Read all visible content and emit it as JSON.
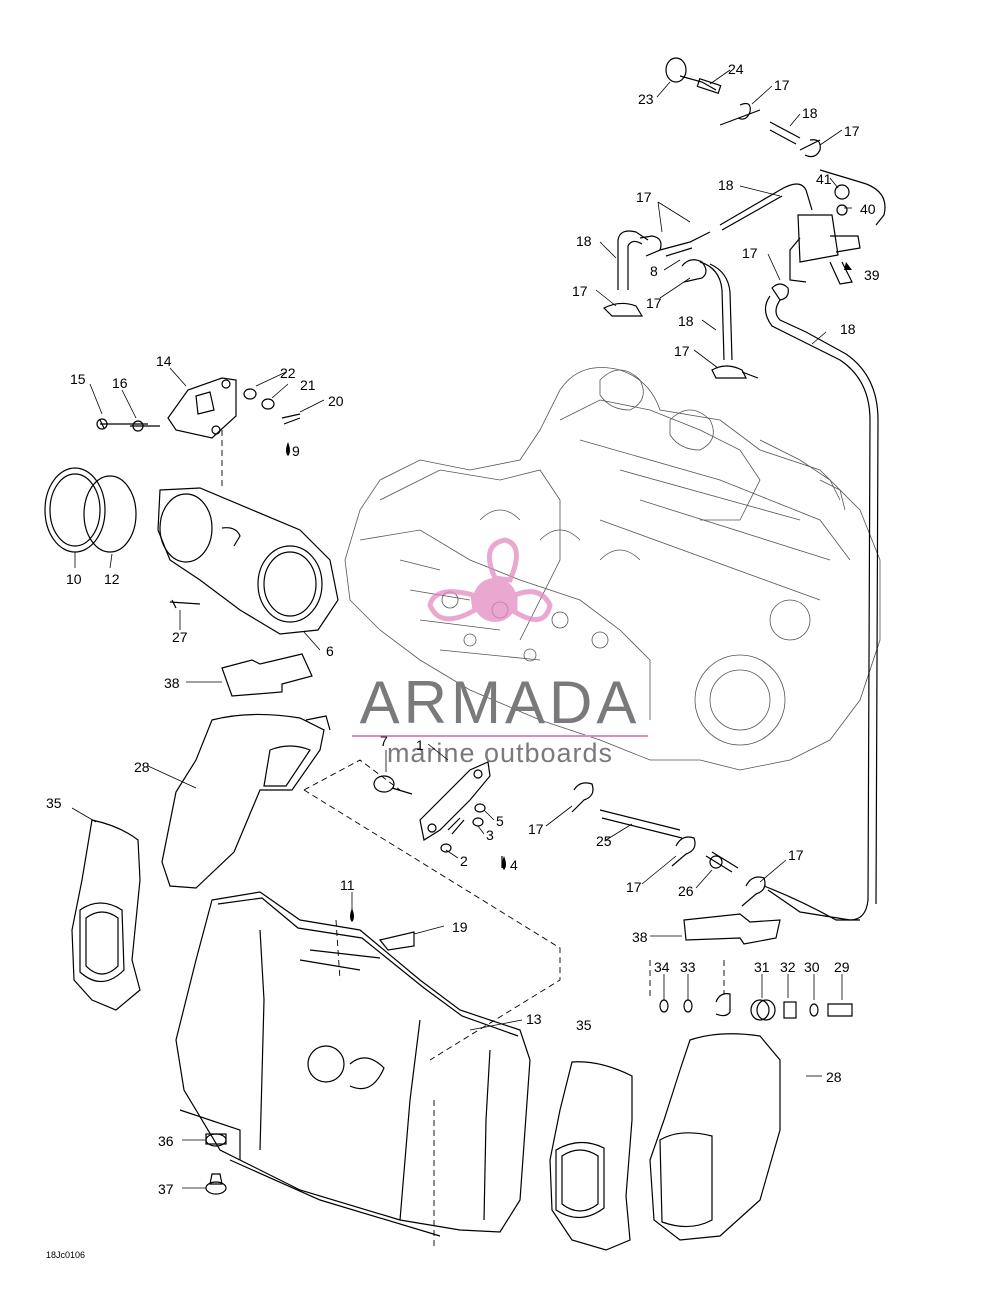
{
  "watermark": {
    "brand": "ARMADA",
    "tagline": "marine outboards",
    "accent_color": "#e48ac0",
    "text_color": "#7a7a7a"
  },
  "diagram_code": "18Jc0106",
  "callouts": [
    {
      "id": "c23",
      "text": "23"
    },
    {
      "id": "c24",
      "text": "24"
    },
    {
      "id": "c17a",
      "text": "17"
    },
    {
      "id": "c18a",
      "text": "18"
    },
    {
      "id": "c17b",
      "text": "17"
    },
    {
      "id": "c41",
      "text": "41"
    },
    {
      "id": "c40",
      "text": "40"
    },
    {
      "id": "c18b",
      "text": "18"
    },
    {
      "id": "c17c",
      "text": "17"
    },
    {
      "id": "c18c",
      "text": "18"
    },
    {
      "id": "c8",
      "text": "8"
    },
    {
      "id": "c17d",
      "text": "17"
    },
    {
      "id": "c39",
      "text": "39"
    },
    {
      "id": "c17e",
      "text": "17"
    },
    {
      "id": "c17f",
      "text": "17"
    },
    {
      "id": "c18d",
      "text": "18"
    },
    {
      "id": "c18e",
      "text": "18"
    },
    {
      "id": "c17g",
      "text": "17"
    },
    {
      "id": "c14",
      "text": "14"
    },
    {
      "id": "c15",
      "text": "15"
    },
    {
      "id": "c16",
      "text": "16"
    },
    {
      "id": "c22",
      "text": "22"
    },
    {
      "id": "c21",
      "text": "21"
    },
    {
      "id": "c20",
      "text": "20"
    },
    {
      "id": "c9",
      "text": "9"
    },
    {
      "id": "c10",
      "text": "10"
    },
    {
      "id": "c12",
      "text": "12"
    },
    {
      "id": "c27",
      "text": "27"
    },
    {
      "id": "c6",
      "text": "6"
    },
    {
      "id": "c38a",
      "text": "38"
    },
    {
      "id": "c7",
      "text": "7"
    },
    {
      "id": "c1",
      "text": "1"
    },
    {
      "id": "c28a",
      "text": "28"
    },
    {
      "id": "c35a",
      "text": "35"
    },
    {
      "id": "c5",
      "text": "5"
    },
    {
      "id": "c3",
      "text": "3"
    },
    {
      "id": "c2",
      "text": "2"
    },
    {
      "id": "c4",
      "text": "4"
    },
    {
      "id": "c17h",
      "text": "17"
    },
    {
      "id": "c25",
      "text": "25"
    },
    {
      "id": "c17i",
      "text": "17"
    },
    {
      "id": "c26",
      "text": "26"
    },
    {
      "id": "c17j",
      "text": "17"
    },
    {
      "id": "c11",
      "text": "11"
    },
    {
      "id": "c19",
      "text": "19"
    },
    {
      "id": "c38b",
      "text": "38"
    },
    {
      "id": "c34",
      "text": "34"
    },
    {
      "id": "c33",
      "text": "33"
    },
    {
      "id": "c31",
      "text": "31"
    },
    {
      "id": "c32",
      "text": "32"
    },
    {
      "id": "c30",
      "text": "30"
    },
    {
      "id": "c29",
      "text": "29"
    },
    {
      "id": "c13",
      "text": "13"
    },
    {
      "id": "c35b",
      "text": "35"
    },
    {
      "id": "c28b",
      "text": "28"
    },
    {
      "id": "c36",
      "text": "36"
    },
    {
      "id": "c37",
      "text": "37"
    }
  ]
}
